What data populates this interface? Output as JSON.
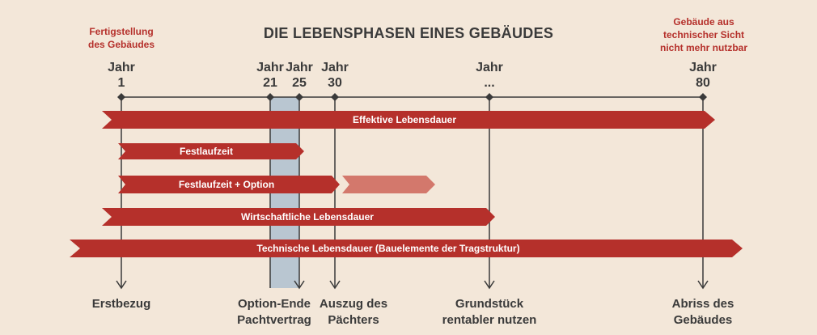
{
  "title": "DIE LEBENSPHASEN EINES GEBÄUDES",
  "top_notes": {
    "left": [
      "Fertigstellung",
      "des Gebäudes"
    ],
    "right": [
      "Gebäude aus",
      "technischer Sicht",
      "nicht mehr nutzbar"
    ]
  },
  "years": [
    {
      "label": "Jahr",
      "value": "1"
    },
    {
      "label": "Jahr",
      "value": "21"
    },
    {
      "label": "Jahr",
      "value": "25"
    },
    {
      "label": "Jahr",
      "value": "30"
    },
    {
      "label": "Jahr",
      "value": "..."
    },
    {
      "label": "Jahr",
      "value": "80"
    }
  ],
  "bars": [
    {
      "label": "Effektive Lebensdauer"
    },
    {
      "label": "Festlaufzeit"
    },
    {
      "label": "Festlaufzeit + Option"
    },
    {
      "label": "Wirtschaftliche Lebensdauer"
    },
    {
      "label": "Technische Lebensdauer (Bauelemente der Tragstruktur)"
    }
  ],
  "events": [
    [
      "Erstbezug"
    ],
    [
      "Option-Ende",
      "Pachtvertrag"
    ],
    [
      "Auszug des",
      "Pächters"
    ],
    [
      "Grundstück",
      "rentabler nutzen"
    ],
    [
      "Abriss des",
      "Gebäudes"
    ]
  ],
  "colors": {
    "background": "#f3e7d9",
    "bar": "#b5302b",
    "bar_light": "#d3786c",
    "highlight": "#b9c6d1",
    "line": "#3a3a3a",
    "note": "#b5302b"
  }
}
